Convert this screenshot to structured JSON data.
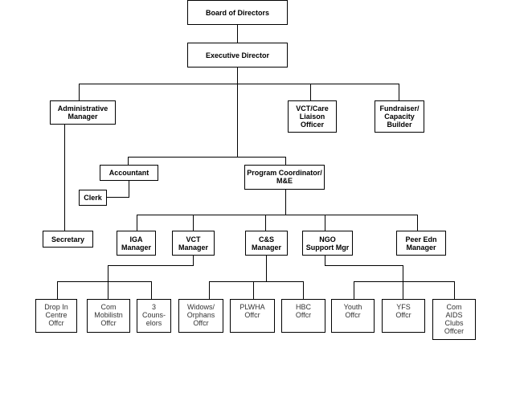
{
  "nodes": {
    "board": "Board of Directors",
    "exec": "Executive Director",
    "admin": "Administrative\nManager",
    "vct_care": "VCT/Care\nLiaison\nOfficer",
    "fundraiser": "Fundraiser/\nCapacity\nBuilder",
    "accountant": "Accountant",
    "program": "Program Coordinator/\nM&E",
    "clerk": "Clerk",
    "secretary": "Secretary",
    "iga": "IGA\nManager",
    "vct_mgr": "VCT\nManager",
    "cs": "C&S\nManager",
    "ngo": "NGO\nSupport Mgr",
    "peer": "Peer Edn\nManager",
    "dropin": "Drop In\nCentre\nOffcr",
    "com_mob": "Com\nMobilistn\nOffcr",
    "counselors": "3\nCouns-\nelors",
    "widows": "Widows/\nOrphans\nOffcr",
    "plwha": "PLWHA\nOffcr",
    "hbc": "HBC\nOffcr",
    "youth": "Youth\nOffcr",
    "yfs": "YFS\nOffcr",
    "aids_clubs": "Com\nAIDS\nClubs\nOffcer"
  }
}
